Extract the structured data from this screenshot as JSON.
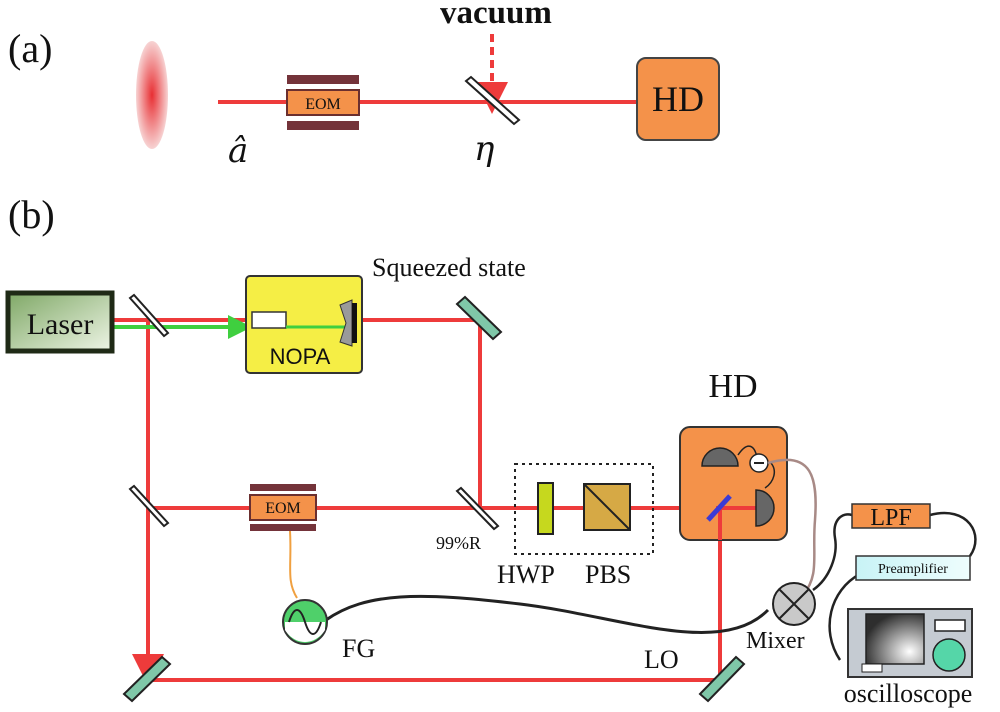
{
  "panel_a": {
    "label": "(a)",
    "vacuum": "vacuum",
    "eom": "EOM",
    "hd": "HD",
    "mode": "â",
    "efficiency": "η"
  },
  "panel_b": {
    "label": "(b)",
    "laser": "Laser",
    "nopa": "NOPA",
    "squeezed": "Squeezed state",
    "hd": "HD",
    "eom": "EOM",
    "reflect": "99%R",
    "hwp": "HWP",
    "pbs": "PBS",
    "fg": "FG",
    "lo": "LO",
    "mixer": "Mixer",
    "lpf": "LPF",
    "preamp": "Preamplifier",
    "oscilloscope": "oscilloscope"
  },
  "colors": {
    "beam": "#ee3b3b",
    "pump": "#3fcf3f",
    "hd_box": "#f4924a",
    "nopa_box": "#f5ee45",
    "mirror": "#7fc7a8",
    "hwp": "#c6d81e",
    "pbs": "#d6a945"
  }
}
